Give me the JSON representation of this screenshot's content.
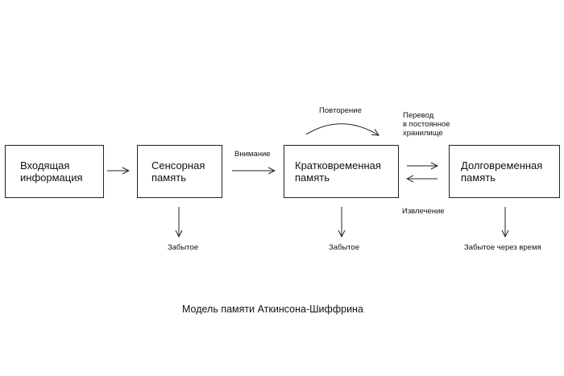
{
  "boxes": {
    "input": "Входящая\nинформация",
    "sensory": "Сенсорная\nпамять",
    "short_term": "Кратковременная\nпамять",
    "long_term": "Долговременная\nпамять"
  },
  "labels": {
    "attention": "Внимание",
    "repetition": "Повторение",
    "transfer": "Перевод\nв постоянное\nхранилище",
    "retrieval": "Извлечение",
    "forgotten_sensory": "Забытое",
    "forgotten_short": "Забытое",
    "forgotten_long": "Забытое через время"
  },
  "caption": "Модель памяти Аткинсона-Шиффрина"
}
